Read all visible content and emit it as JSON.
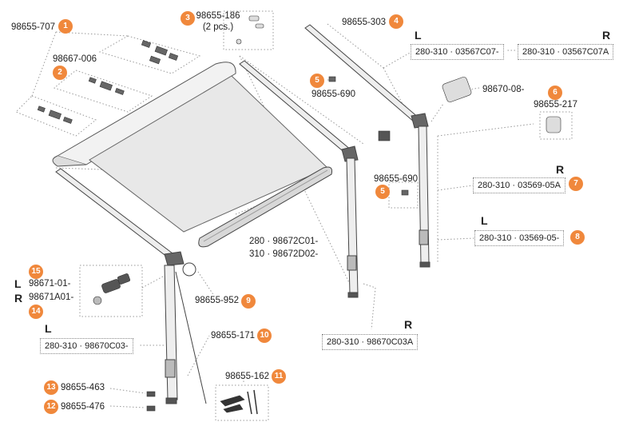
{
  "parts": {
    "p1": {
      "code": "98655-707",
      "num": "1"
    },
    "p2": {
      "code": "98667-006",
      "num": "2"
    },
    "p3": {
      "code": "98655-186",
      "note": "(2 pcs.)",
      "num": "3"
    },
    "p4": {
      "code": "98655-303",
      "num": "4",
      "L": "L",
      "R": "R",
      "code_l": "280-310 · 03567C07-",
      "code_r": "280-310 · 03567C07A"
    },
    "p5a": {
      "code": "98655-690",
      "num": "5"
    },
    "p5b": {
      "code": "98655-690",
      "num": "5"
    },
    "p6": {
      "code": "98655-217",
      "num": "6"
    },
    "p7": {
      "side": "R",
      "code": "280-310 · 03569-05A",
      "num": "7"
    },
    "p8": {
      "side": "L",
      "code": "280-310 · 03569-05-",
      "num": "8"
    },
    "p9": {
      "code": "98655-952",
      "num": "9"
    },
    "p10": {
      "code": "98655-171",
      "num": "10"
    },
    "p11": {
      "code": "98655-162",
      "num": "11"
    },
    "p12": {
      "code": "98655-476",
      "num": "12"
    },
    "p13": {
      "code": "98655-463",
      "num": "13"
    },
    "p14": {
      "code": "98671A01-",
      "num": "14",
      "side": "R"
    },
    "p15": {
      "code": "98671-01-",
      "num": "15",
      "side": "L"
    },
    "p_cap": {
      "code": "98670-08-"
    },
    "p_roller": {
      "line1": "280 · 98672C01-",
      "line2": "310 · 98672D02-"
    },
    "p_leg_l": {
      "side": "L",
      "code": "280-310 · 98670C03-"
    },
    "p_leg_r": {
      "side": "R",
      "code": "280-310 · 98670C03A"
    }
  },
  "colors": {
    "badge": "#f0883c",
    "line": "#444444",
    "dotted": "#888888"
  }
}
